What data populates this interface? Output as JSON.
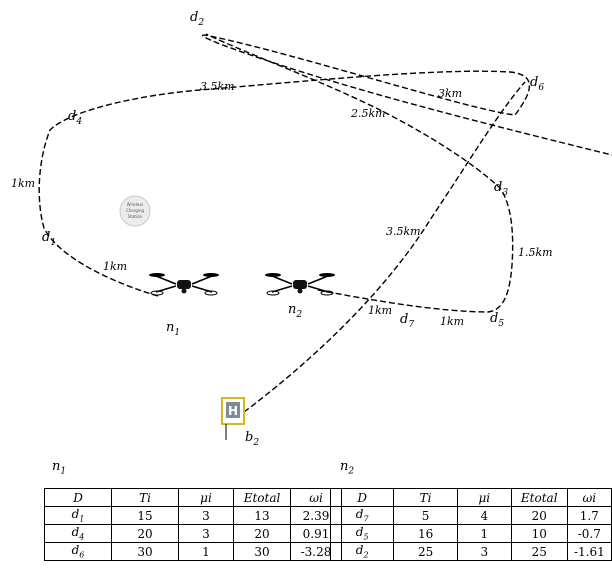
{
  "nodes": {
    "d1": {
      "base": "d",
      "sub": "1"
    },
    "d2": {
      "base": "d",
      "sub": "2"
    },
    "d3": {
      "base": "d",
      "sub": "3"
    },
    "d4": {
      "base": "d",
      "sub": "4"
    },
    "d5": {
      "base": "d",
      "sub": "5"
    },
    "d6": {
      "base": "d",
      "sub": "6"
    },
    "d7": {
      "base": "d",
      "sub": "7"
    },
    "n1": {
      "base": "n",
      "sub": "1"
    },
    "n2": {
      "base": "n",
      "sub": "2"
    },
    "b2": {
      "base": "b",
      "sub": "2"
    }
  },
  "distances": {
    "d4_d6": "3.5km",
    "d2_d3": "2.5km",
    "d6_right": "3km",
    "d4_d1": "1km",
    "d1_n1": "1km",
    "b2_d6": "3.5km",
    "d3_d5": "1.5km",
    "n2_d7": "1km",
    "d7_d5": "1km"
  },
  "station": {
    "lines": [
      "Wireless",
      "Charging",
      "Station"
    ]
  },
  "depot_symbol": "H",
  "tables": [
    {
      "title": {
        "base": "n",
        "sub": "1"
      },
      "headers": [
        "D",
        "Ti",
        "μi",
        "Etotal",
        "ωi"
      ],
      "rows": [
        {
          "d": {
            "base": "d",
            "sub": "1"
          },
          "t": "15",
          "mu": "3",
          "e": "13",
          "w": "2.39"
        },
        {
          "d": {
            "base": "d",
            "sub": "4"
          },
          "t": "20",
          "mu": "3",
          "e": "20",
          "w": "0.91"
        },
        {
          "d": {
            "base": "d",
            "sub": "6"
          },
          "t": "30",
          "mu": "1",
          "e": "30",
          "w": "-3.28"
        }
      ]
    },
    {
      "title": {
        "base": "n",
        "sub": "2"
      },
      "headers": [
        "D",
        "Ti",
        "μi",
        "Etotal",
        "ωi"
      ],
      "rows": [
        {
          "d": {
            "base": "d",
            "sub": "7"
          },
          "t": "5",
          "mu": "4",
          "e": "20",
          "w": "1.7"
        },
        {
          "d": {
            "base": "d",
            "sub": "5"
          },
          "t": "16",
          "mu": "1",
          "e": "10",
          "w": "-0.7"
        },
        {
          "d": {
            "base": "d",
            "sub": "2"
          },
          "t": "25",
          "mu": "3",
          "e": "25",
          "w": "-1.61"
        }
      ]
    }
  ]
}
